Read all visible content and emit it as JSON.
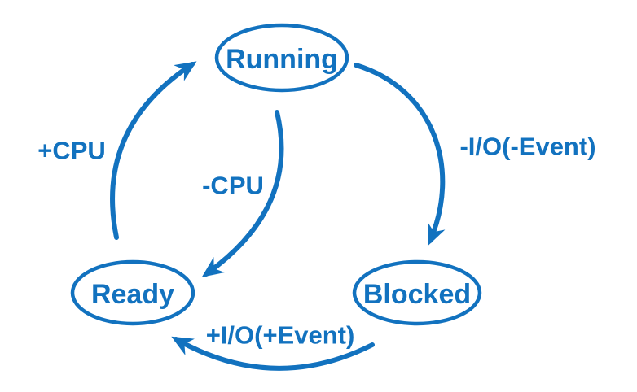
{
  "diagram": {
    "type": "state-transition-diagram",
    "background_color": "#FFFFFF",
    "accent_color": "#1272BF",
    "states": {
      "running": {
        "label": "Running"
      },
      "ready": {
        "label": "Ready"
      },
      "blocked": {
        "label": "Blocked"
      }
    },
    "transitions": {
      "ready_to_running": {
        "label": "+CPU",
        "from": "Ready",
        "to": "Running"
      },
      "running_to_ready": {
        "label": "-CPU",
        "from": "Running",
        "to": "Ready"
      },
      "running_to_blocked": {
        "label": "-I/O(-Event)",
        "from": "Running",
        "to": "Blocked"
      },
      "blocked_to_ready": {
        "label": "+I/O(+Event)",
        "from": "Blocked",
        "to": "Ready"
      }
    }
  }
}
